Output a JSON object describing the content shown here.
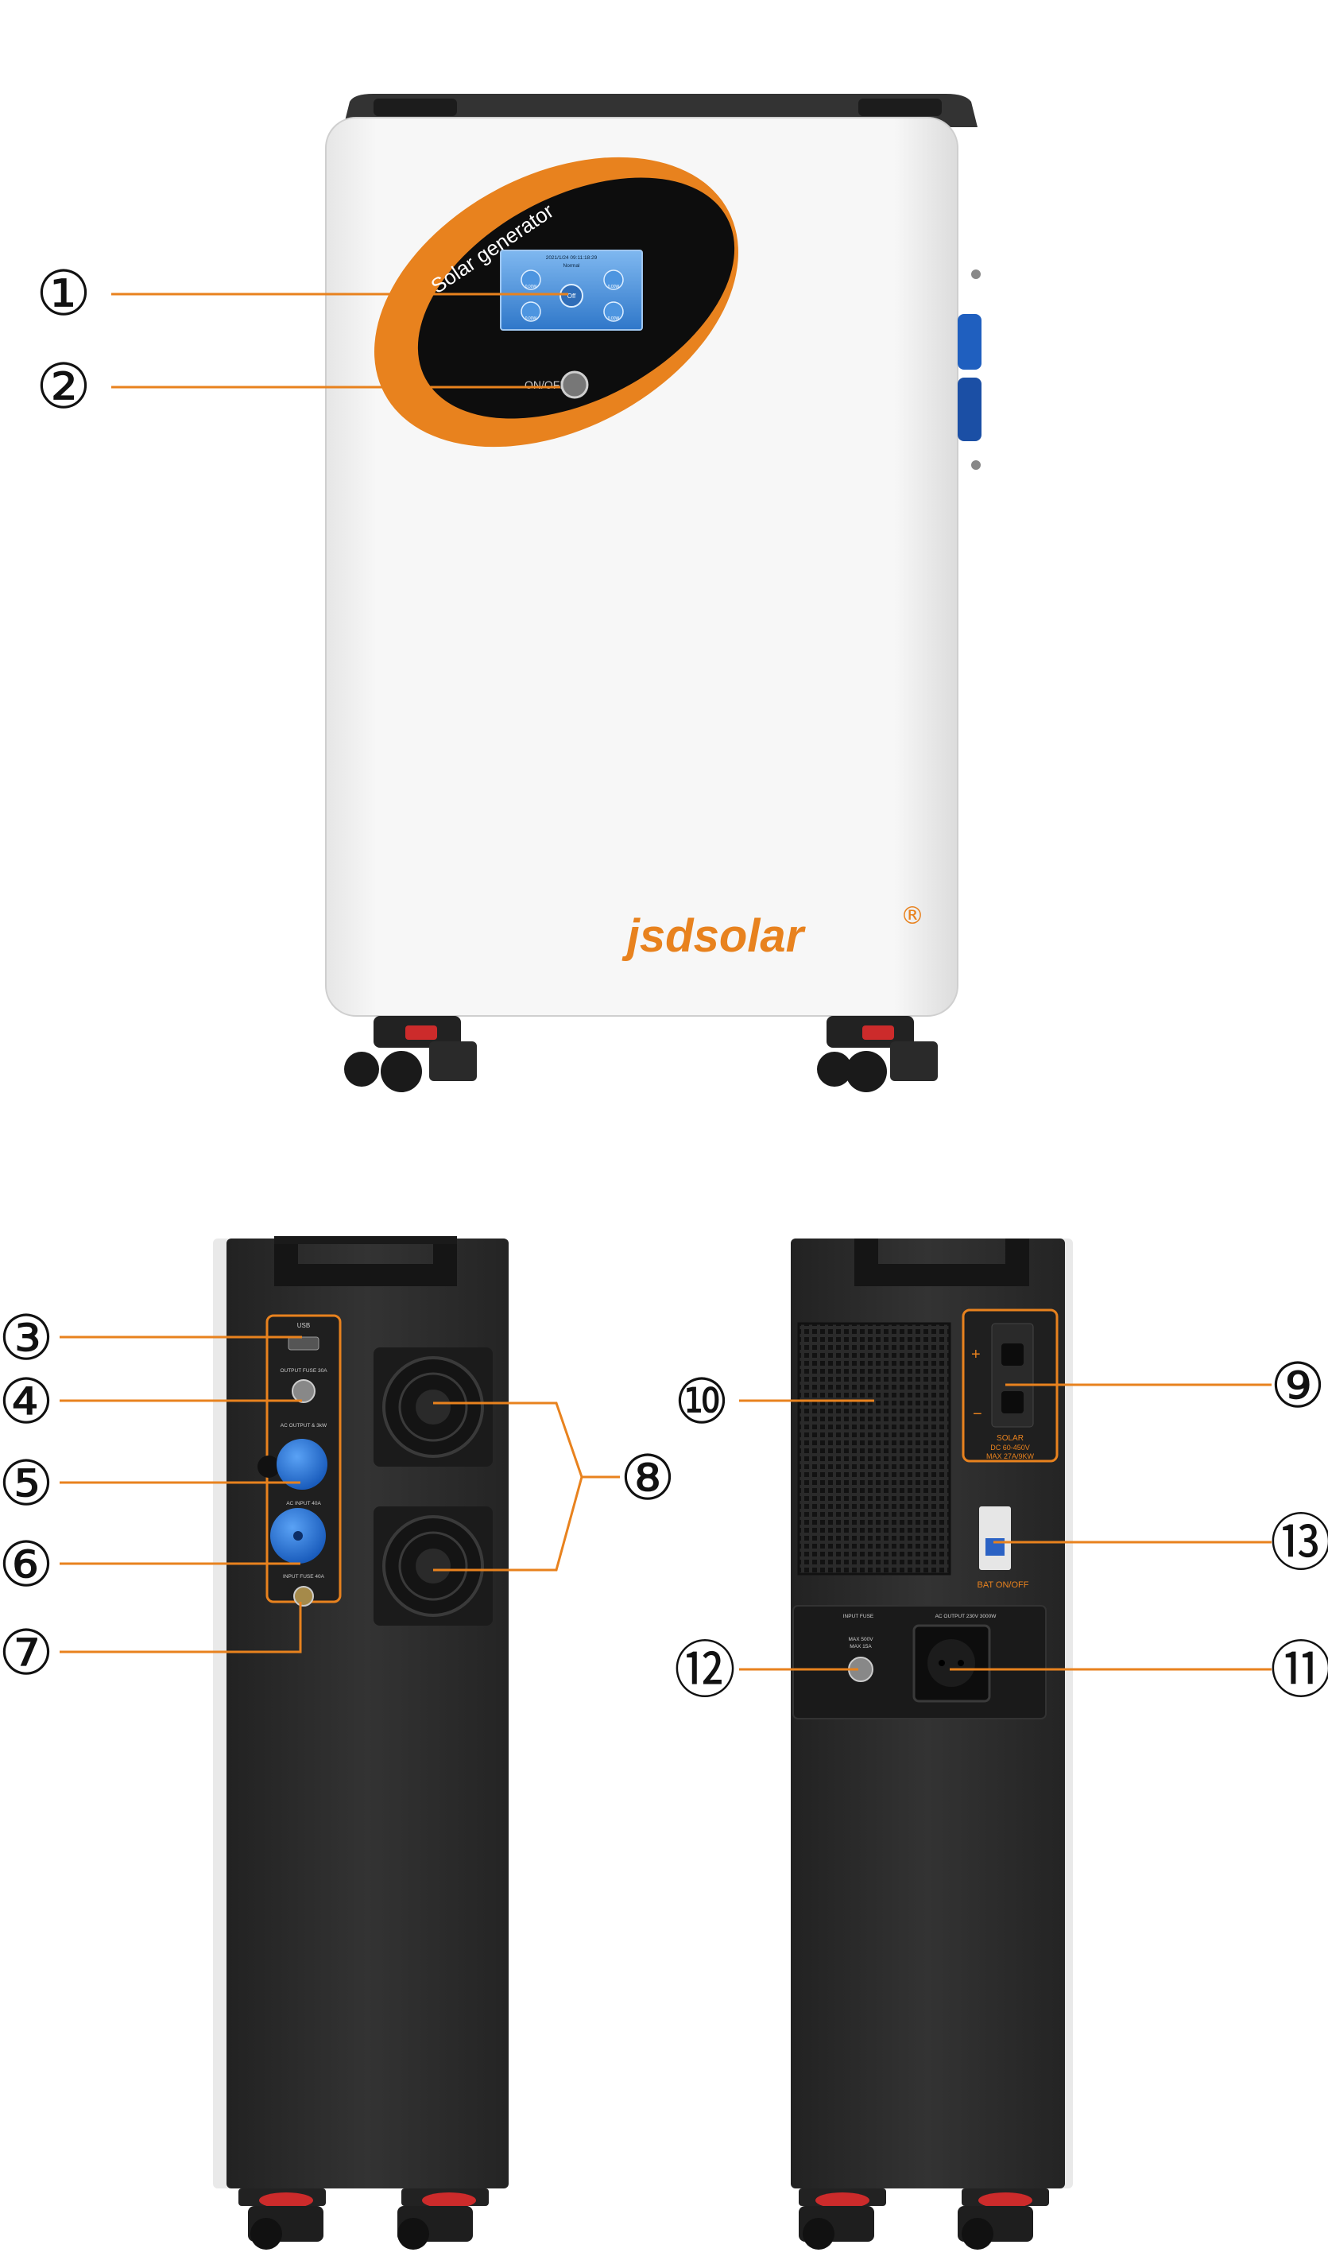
{
  "product": {
    "title_on_device": "Solar generator",
    "brand": "jsdsolar",
    "registered_mark": "®",
    "power_button_label": "ON/OFF"
  },
  "screen": {
    "datetime": "2021/1/24 09:11:18:29",
    "status": "Normal",
    "readouts": [
      "0.00W",
      "0.00W",
      "0.00W",
      "0.00W"
    ],
    "center_label": "Off"
  },
  "callouts": [
    {
      "id": "1",
      "symbol": "①"
    },
    {
      "id": "2",
      "symbol": "②"
    },
    {
      "id": "3",
      "symbol": "③"
    },
    {
      "id": "4",
      "symbol": "④"
    },
    {
      "id": "5",
      "symbol": "⑤"
    },
    {
      "id": "6",
      "symbol": "⑥"
    },
    {
      "id": "7",
      "symbol": "⑦"
    },
    {
      "id": "8",
      "symbol": "⑧"
    },
    {
      "id": "9",
      "symbol": "⑨"
    },
    {
      "id": "10",
      "symbol": "⑩"
    },
    {
      "id": "11",
      "symbol": "⑪"
    },
    {
      "id": "12",
      "symbol": "⑫"
    },
    {
      "id": "13",
      "symbol": "⑬"
    }
  ],
  "left_panel": {
    "usb": "USB",
    "output_fuse": "OUTPUT FUSE 30A",
    "ac_output": "AC OUTPUT & 3kW",
    "ac_input": "AC INPUT 40A",
    "input_fuse": "INPUT FUSE 40A"
  },
  "right_panel": {
    "solar": "SOLAR",
    "solar_spec1": "DC 60-450V",
    "solar_spec2": "MAX 27A/9KW",
    "plus": "+",
    "minus": "−",
    "bat_switch": "BAT ON/OFF",
    "input_fuse": "INPUT FUSE",
    "fuse_spec1": "MAX 500V",
    "fuse_spec2": "MAX 15A",
    "ac_output": "AC OUTPUT 230V 3000W"
  },
  "colors": {
    "accent_orange": "#E8821E",
    "body_white": "#F4F4F4",
    "body_dark": "#2B2B2B",
    "screen_blue": "#3E8EDB",
    "connector_blue": "#1E6FD9"
  }
}
